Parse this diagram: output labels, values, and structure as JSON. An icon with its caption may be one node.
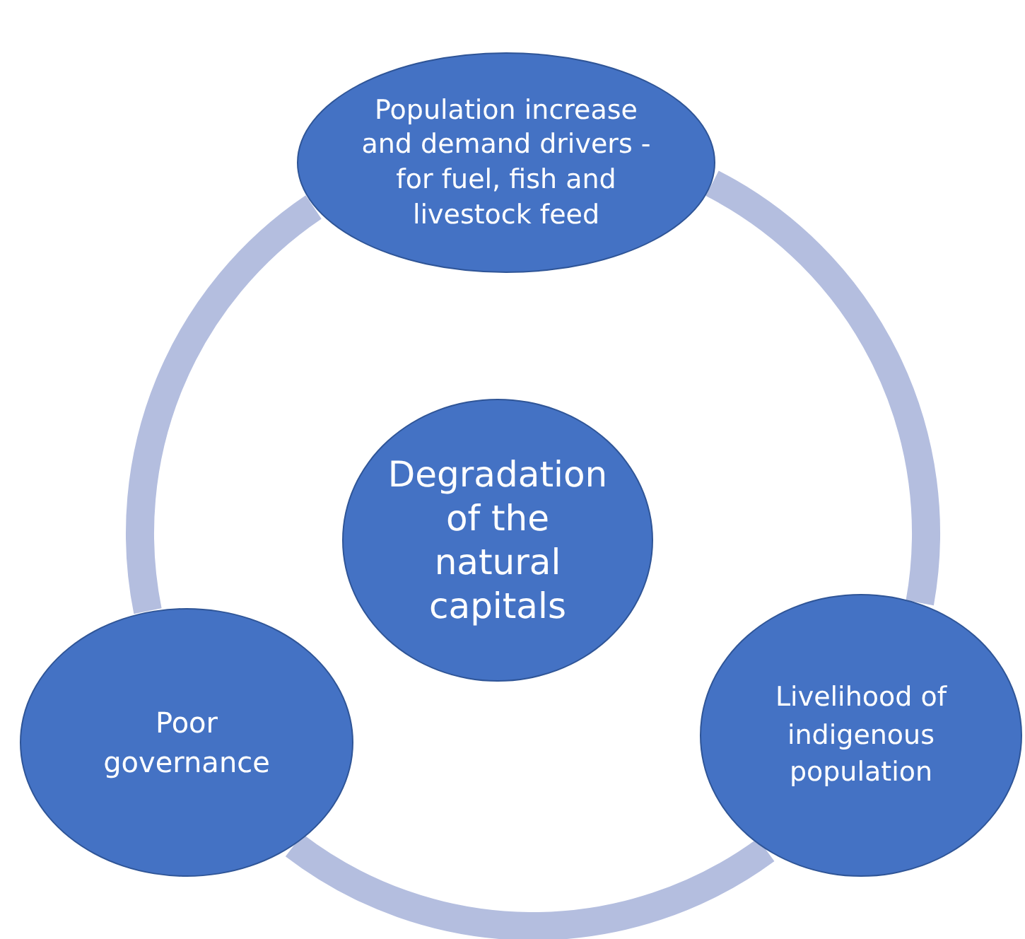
{
  "diagram": {
    "nodes": [
      {
        "text": [
          "Population increase and demand drivers - for fuel, fish and livestock feed"
        ]
      },
      {
        "text": [
          "Degradation of the natural capitals"
        ]
      },
      {
        "text": [
          "Poor governance"
        ]
      },
      {
        "text": [
          "Livelihood of indigenous population"
        ]
      }
    ],
    "edges": [
      {
        "from": 0,
        "to": 3,
        "arrow": "none"
      },
      {
        "from": 3,
        "to": 2,
        "arrow": "none"
      },
      {
        "from": 2,
        "to": 0,
        "arrow": "none"
      }
    ]
  }
}
